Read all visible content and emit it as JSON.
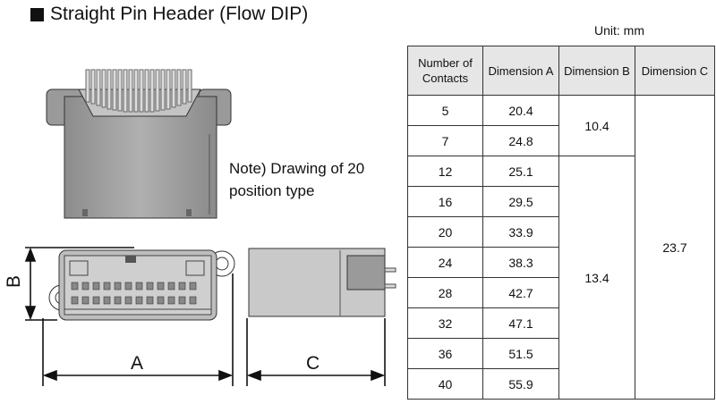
{
  "title": "Straight Pin Header (Flow DIP)",
  "unit": "Unit: mm",
  "note": "Note) Drawing of 20 position type",
  "labels": {
    "a": "A",
    "b": "B",
    "c": "C"
  },
  "table": {
    "headers": [
      "Number of Contacts",
      "Dimension A",
      "Dimension B",
      "Dimension C"
    ],
    "rows": [
      {
        "contacts": "5",
        "dim_a": "20.4"
      },
      {
        "contacts": "7",
        "dim_a": "24.8"
      },
      {
        "contacts": "12",
        "dim_a": "25.1"
      },
      {
        "contacts": "16",
        "dim_a": "29.5"
      },
      {
        "contacts": "20",
        "dim_a": "33.9"
      },
      {
        "contacts": "24",
        "dim_a": "38.3"
      },
      {
        "contacts": "28",
        "dim_a": "42.7"
      },
      {
        "contacts": "32",
        "dim_a": "47.1"
      },
      {
        "contacts": "36",
        "dim_a": "51.5"
      },
      {
        "contacts": "40",
        "dim_a": "55.9"
      }
    ],
    "dim_b_groups": [
      {
        "value": "10.4",
        "contacts": "5–7"
      },
      {
        "value": "13.4",
        "contacts": "12–40"
      }
    ],
    "dim_c": "23.7"
  }
}
